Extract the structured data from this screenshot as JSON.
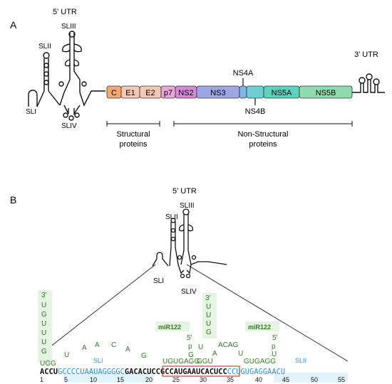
{
  "panel_a": {
    "letter": "A",
    "utr5": "5' UTR",
    "utr3": "3' UTR",
    "stem_loops": {
      "sl1": "SLI",
      "sl2": "SLII",
      "sl3": "SLIII",
      "sl4": "SLIV"
    },
    "proteins": {
      "c": "C",
      "e1": "E1",
      "e2": "E2",
      "p7": "p7",
      "ns2": "NS2",
      "ns3": "NS3",
      "ns4a": "NS4A",
      "ns4b": "NS4B",
      "ns5a": "NS5A",
      "ns5b": "NS5B"
    },
    "colors": {
      "c": "#f4a971",
      "e1": "#f7c7b5",
      "e2": "#f7c7b5",
      "p7": "#e9a6d8",
      "ns2": "#d58ad6",
      "ns3": "#9ea6e3",
      "ns4a": "#7fb6e6",
      "ns4b": "#6fd0d4",
      "ns5a": "#5fd1bd",
      "ns5b": "#8fdcae"
    },
    "structural": {
      "line1": "Structural",
      "line2": "proteins"
    },
    "nonstructural": {
      "line1": "Non-Structural",
      "line2": "proteins"
    }
  },
  "panel_b": {
    "letter": "B",
    "utr5": "5' UTR",
    "stem_loops": {
      "sl1": "SLI",
      "sl2": "SLII",
      "sl3": "SLIII",
      "sl4": "SLIV"
    },
    "mirna": {
      "label_left": "miR122",
      "label_right": "miR122",
      "left_tail_3": "3′",
      "left_tail": [
        "U",
        "G",
        "U",
        "U",
        "U",
        "G"
      ],
      "left_ugg": "UGG",
      "left_u": "U",
      "left_acac": [
        "A",
        "A",
        "C",
        "A"
      ],
      "left_g": "G",
      "left_bind": "UGUGAGG",
      "center_3": "3′",
      "center_stack": [
        "U",
        "U",
        "U",
        "G"
      ],
      "center_5": "5′",
      "center_p": "p",
      "center_g": "G",
      "center_ggu": "GGU",
      "center_u": "U",
      "center_a": "A",
      "center_acag": "ACAG",
      "center_u2": "U",
      "right_bind": "GUGAGG",
      "right_5": "5′",
      "right_p": "p",
      "right_u": "U"
    },
    "seq_labels": {
      "sli": "SLI",
      "slii": "SLII"
    },
    "sequence": {
      "s1": "ACCU",
      "s2": "GCCCCUAAUAGGGGC",
      "s3": "GAC",
      "s4": "ACUCCGCCAUGAA",
      "s5": "UCACUCC",
      "s6": "CCUGUGAGGAACU"
    },
    "numbers": [
      "1",
      "5",
      "10",
      "15",
      "20",
      "25",
      "30",
      "35",
      "40",
      "45",
      "50",
      "55"
    ],
    "colors": {
      "mirna": "#2e7d1f",
      "mirna_bg": "#e6f4e3",
      "sli": "#2c8fd6",
      "sli_bg": "#e3f3fb",
      "box": "#b0392a"
    }
  }
}
